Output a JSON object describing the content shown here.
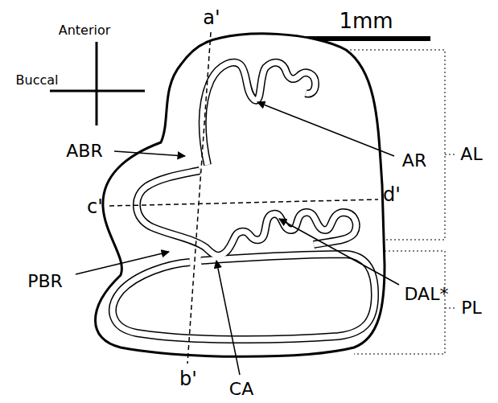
{
  "diagram": {
    "labels": [
      "Anterior",
      "a'",
      "1mm",
      "Buccal",
      "ABR",
      "AR",
      "AL",
      "c'",
      "d'",
      "PBR",
      "DAL*",
      "PL",
      "b'",
      "CA"
    ]
  }
}
